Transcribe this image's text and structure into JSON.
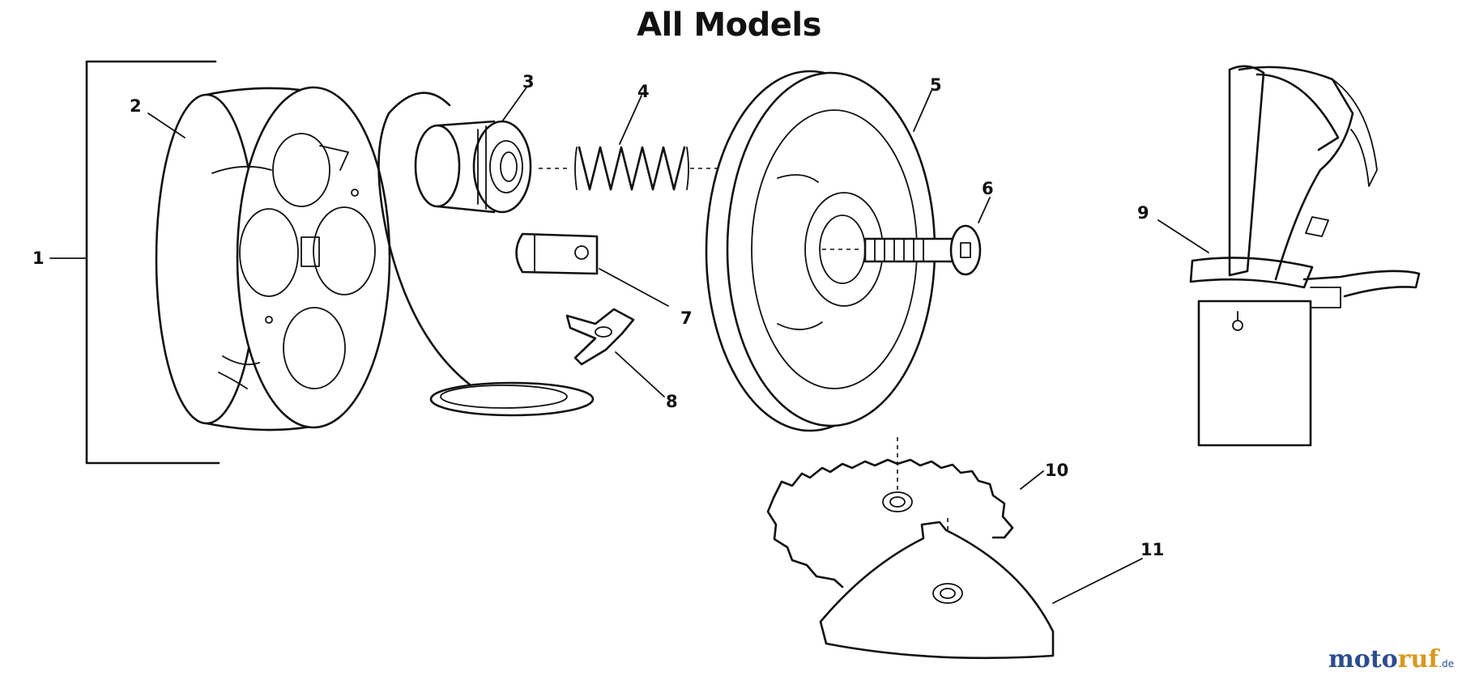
{
  "title": "All Models",
  "callouts": [
    {
      "id": "1",
      "label": "1"
    },
    {
      "id": "2",
      "label": "2"
    },
    {
      "id": "3",
      "label": "3"
    },
    {
      "id": "4",
      "label": "4"
    },
    {
      "id": "5",
      "label": "5"
    },
    {
      "id": "6",
      "label": "6"
    },
    {
      "id": "7",
      "label": "7"
    },
    {
      "id": "8",
      "label": "8"
    },
    {
      "id": "9",
      "label": "9"
    },
    {
      "id": "10",
      "label": "10"
    },
    {
      "id": "11",
      "label": "11"
    }
  ],
  "watermark": {
    "brand_part1": "moto",
    "brand_part2": "ruf",
    "suffix": ".de"
  }
}
